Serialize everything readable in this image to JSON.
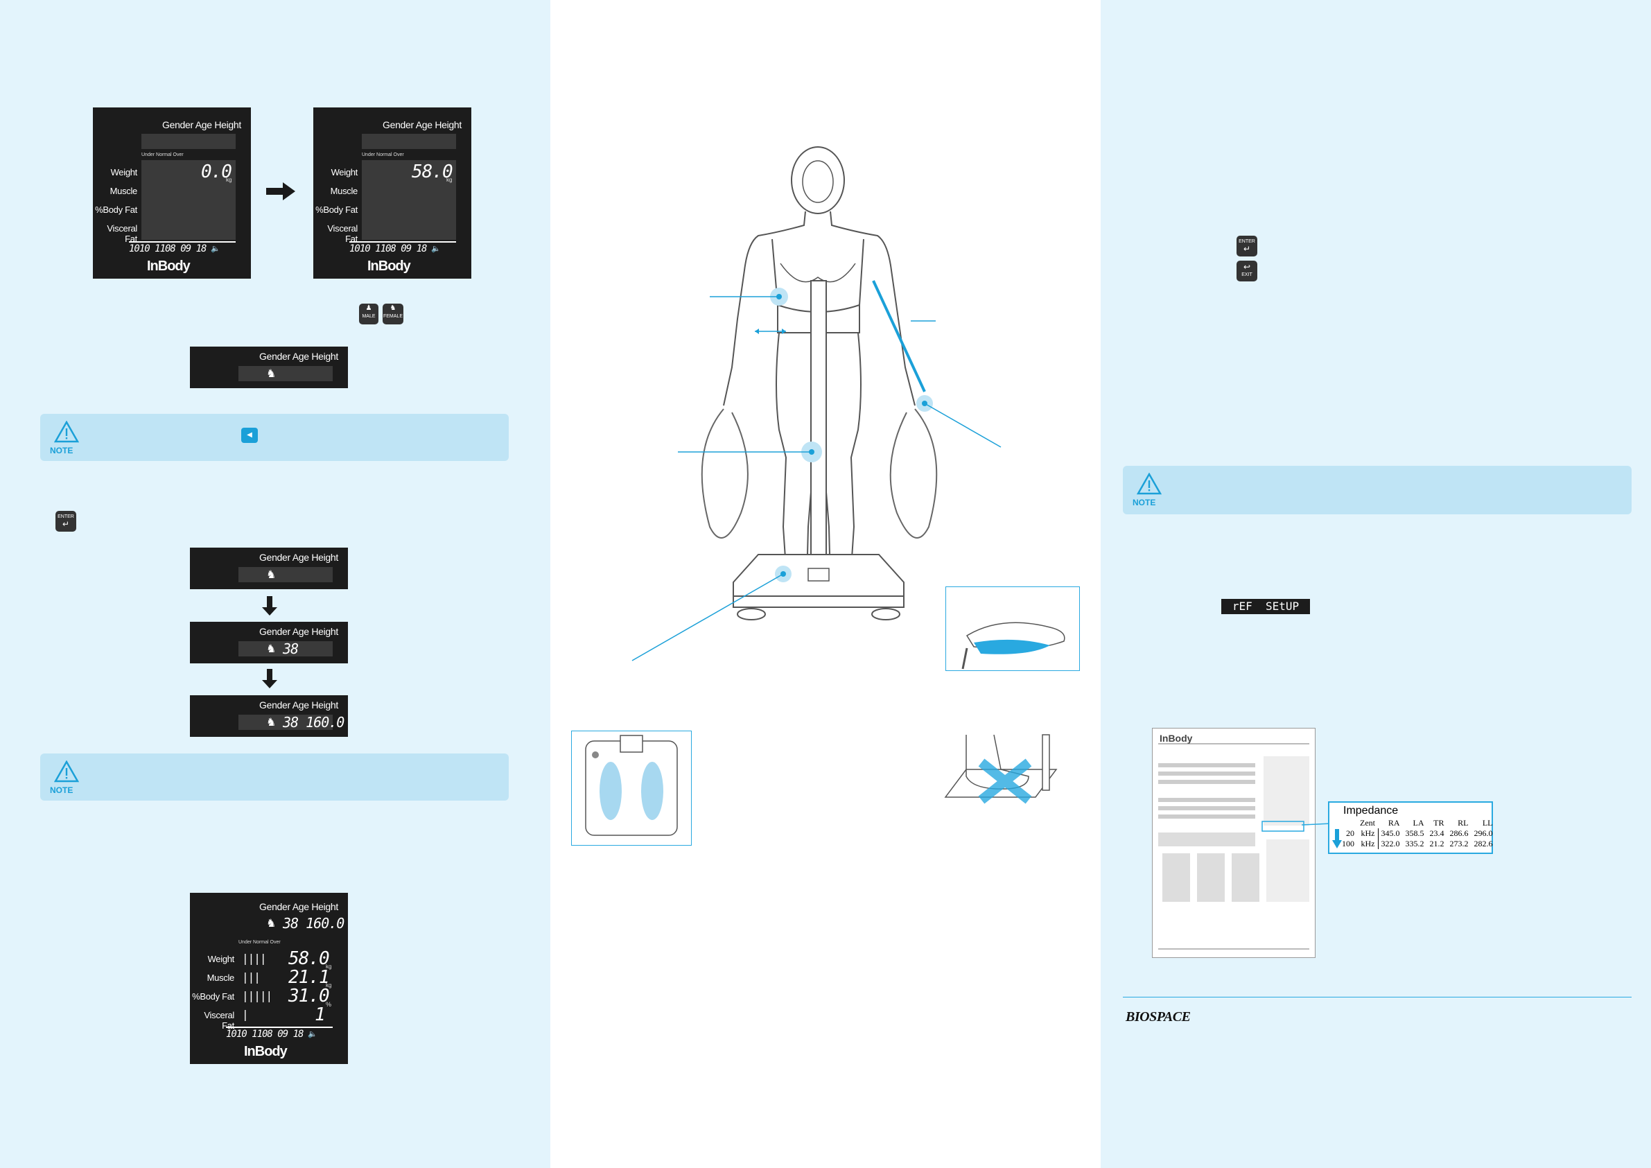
{
  "lcd": {
    "header": "Gender Age Height",
    "labels": [
      "Weight",
      "Muscle",
      "%Body Fat",
      "Visceral Fat"
    ],
    "under_normal_over": "Under Normal Over",
    "logo": "InBody",
    "unit_kg": "kg",
    "unit_pct": "%",
    "date_line": "1010 1108 09 18",
    "screen1_weight": "0.0",
    "screen2_weight": "58.0",
    "age_screen": "38",
    "height_screen": "38 160.0",
    "result_height": "38 160.0",
    "result_weight": "58.0",
    "result_muscle": "21.1",
    "result_fat": "31.0",
    "result_visceral": "1",
    "bar_weight": "||||",
    "bar_muscle": "|||",
    "bar_fat": "|||||",
    "bar_visceral": "|"
  },
  "gender_buttons": {
    "male": "MALE",
    "female": "FEMALE"
  },
  "notes": {
    "label": "NOTE"
  },
  "keys": {
    "enter": "ENTER",
    "exit": "EXIT"
  },
  "ref_setup": "rEF  SEtUP",
  "impedance": {
    "title": "Impedance",
    "headers": [
      "Zent",
      "RA",
      "LA",
      "TR",
      "RL",
      "LL"
    ],
    "rows": [
      {
        "freq": "20",
        "unit": "kHz",
        "values": [
          "345.0",
          "358.5",
          "23.4",
          "286.6",
          "296.0"
        ]
      },
      {
        "freq": "100",
        "unit": "kHz",
        "values": [
          "322.0",
          "335.2",
          "21.2",
          "273.2",
          "282.6"
        ]
      }
    ]
  },
  "report_logo": "InBody",
  "biospace": "BIOSPACE",
  "colors": {
    "accent": "#1ba0d8",
    "panel": "#e3f4fc",
    "lcd": "#1c1c1c"
  }
}
